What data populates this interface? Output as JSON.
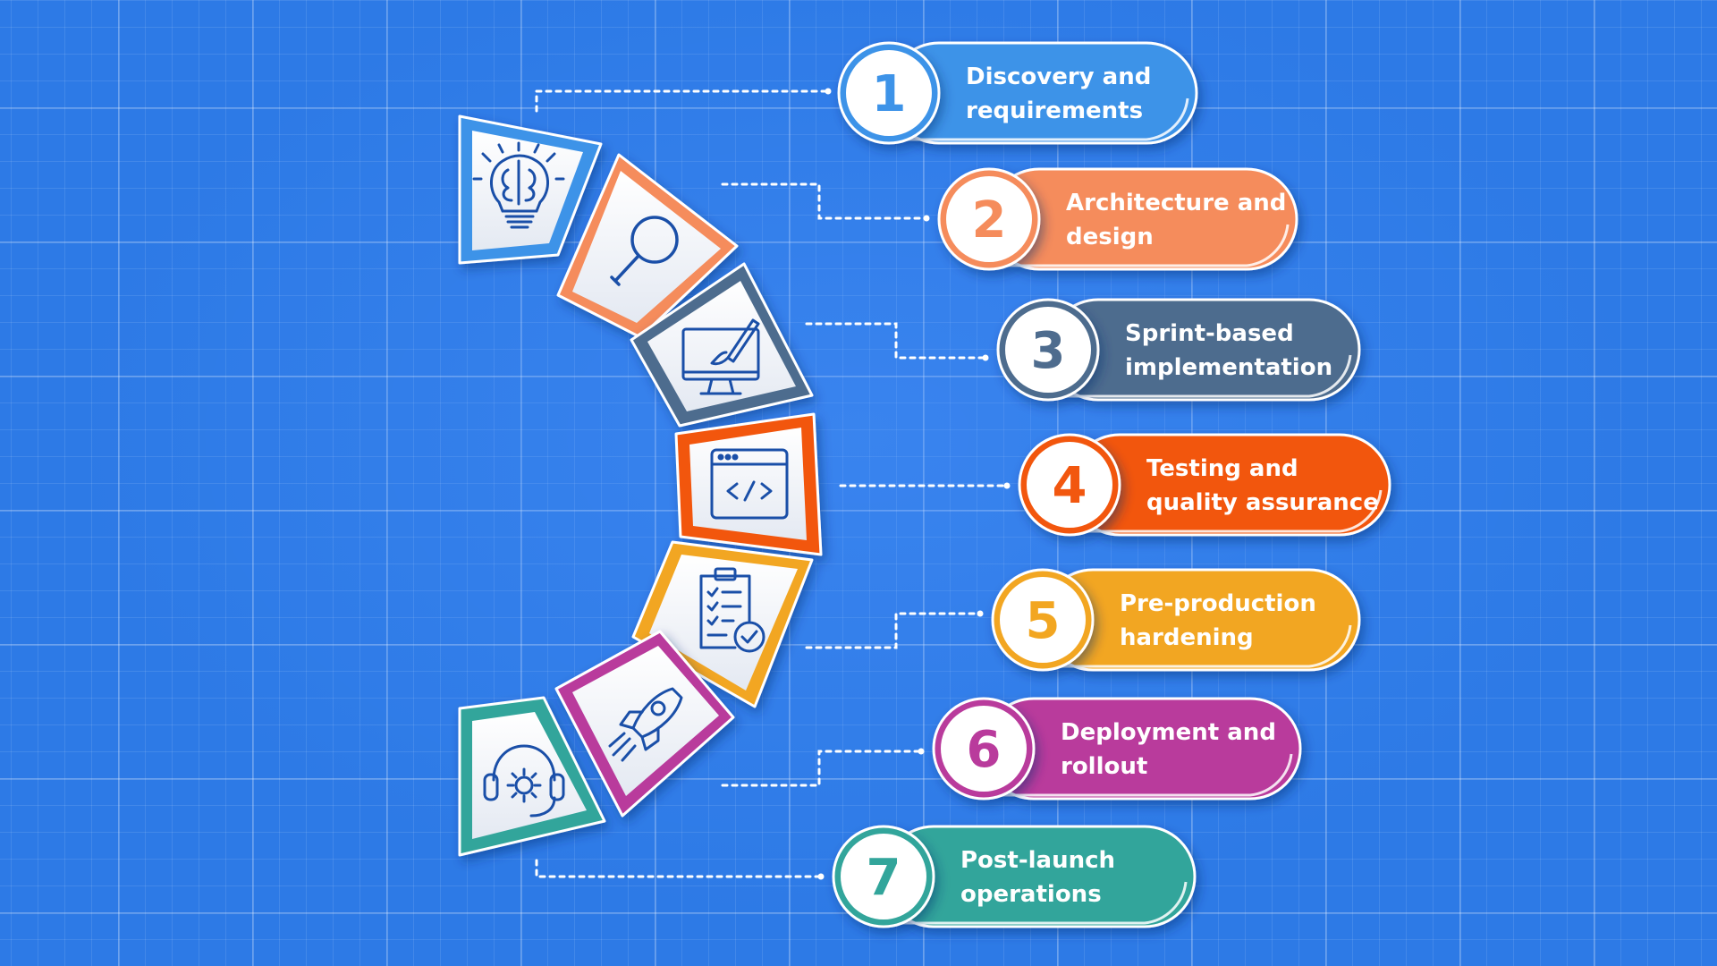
{
  "steps": [
    {
      "number": "1",
      "label_lines": [
        "Discovery and",
        "requirements"
      ],
      "color": "#3d93e8",
      "icon": "lightbulb-brain-icon"
    },
    {
      "number": "2",
      "label_lines": [
        "Architecture and",
        "design"
      ],
      "color": "#f58c5c",
      "icon": "magnifier-icon"
    },
    {
      "number": "3",
      "label_lines": [
        "Sprint-based",
        "implementation"
      ],
      "color": "#4e6c8e",
      "icon": "monitor-brush-icon"
    },
    {
      "number": "4",
      "label_lines": [
        "Testing and",
        "quality assurance"
      ],
      "color": "#f2570f",
      "icon": "code-window-icon"
    },
    {
      "number": "5",
      "label_lines": [
        "Pre-production",
        "hardening"
      ],
      "color": "#f2a621",
      "icon": "clipboard-check-icon"
    },
    {
      "number": "6",
      "label_lines": [
        "Deployment and",
        "rollout"
      ],
      "color": "#b93b9c",
      "icon": "rocket-icon"
    },
    {
      "number": "7",
      "label_lines": [
        "Post-launch",
        "operations"
      ],
      "color": "#32a59b",
      "icon": "headset-gear-icon"
    }
  ]
}
